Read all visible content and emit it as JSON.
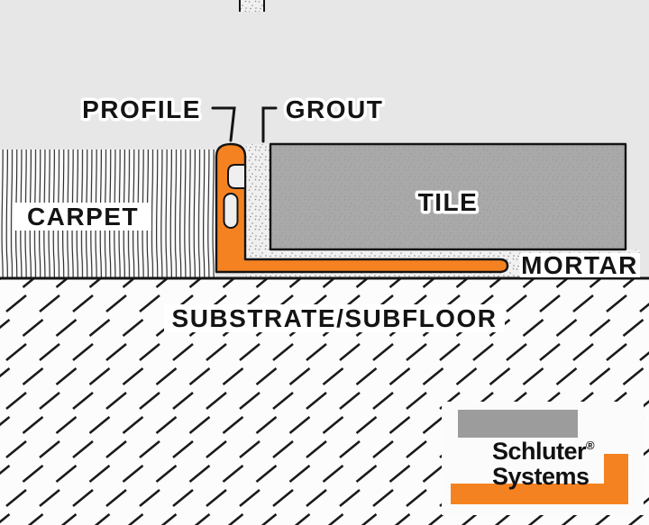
{
  "labels": {
    "profile": "PROFILE",
    "grout": "GROUT",
    "carpet": "CARPET",
    "tile": "TILE",
    "mortar": "MORTAR",
    "substrate": "SUBSTRATE/SUBFLOOR"
  },
  "logo": {
    "brand_line1": "Schluter",
    "registered_mark": "®",
    "brand_line2": "Systems"
  },
  "colors": {
    "profile_orange": "#F58220",
    "tile_gray": "#A9A9A9",
    "logo_tile_gray": "#9C9C9C",
    "background_gray": "#E7E7E7",
    "line_black": "#141414"
  }
}
